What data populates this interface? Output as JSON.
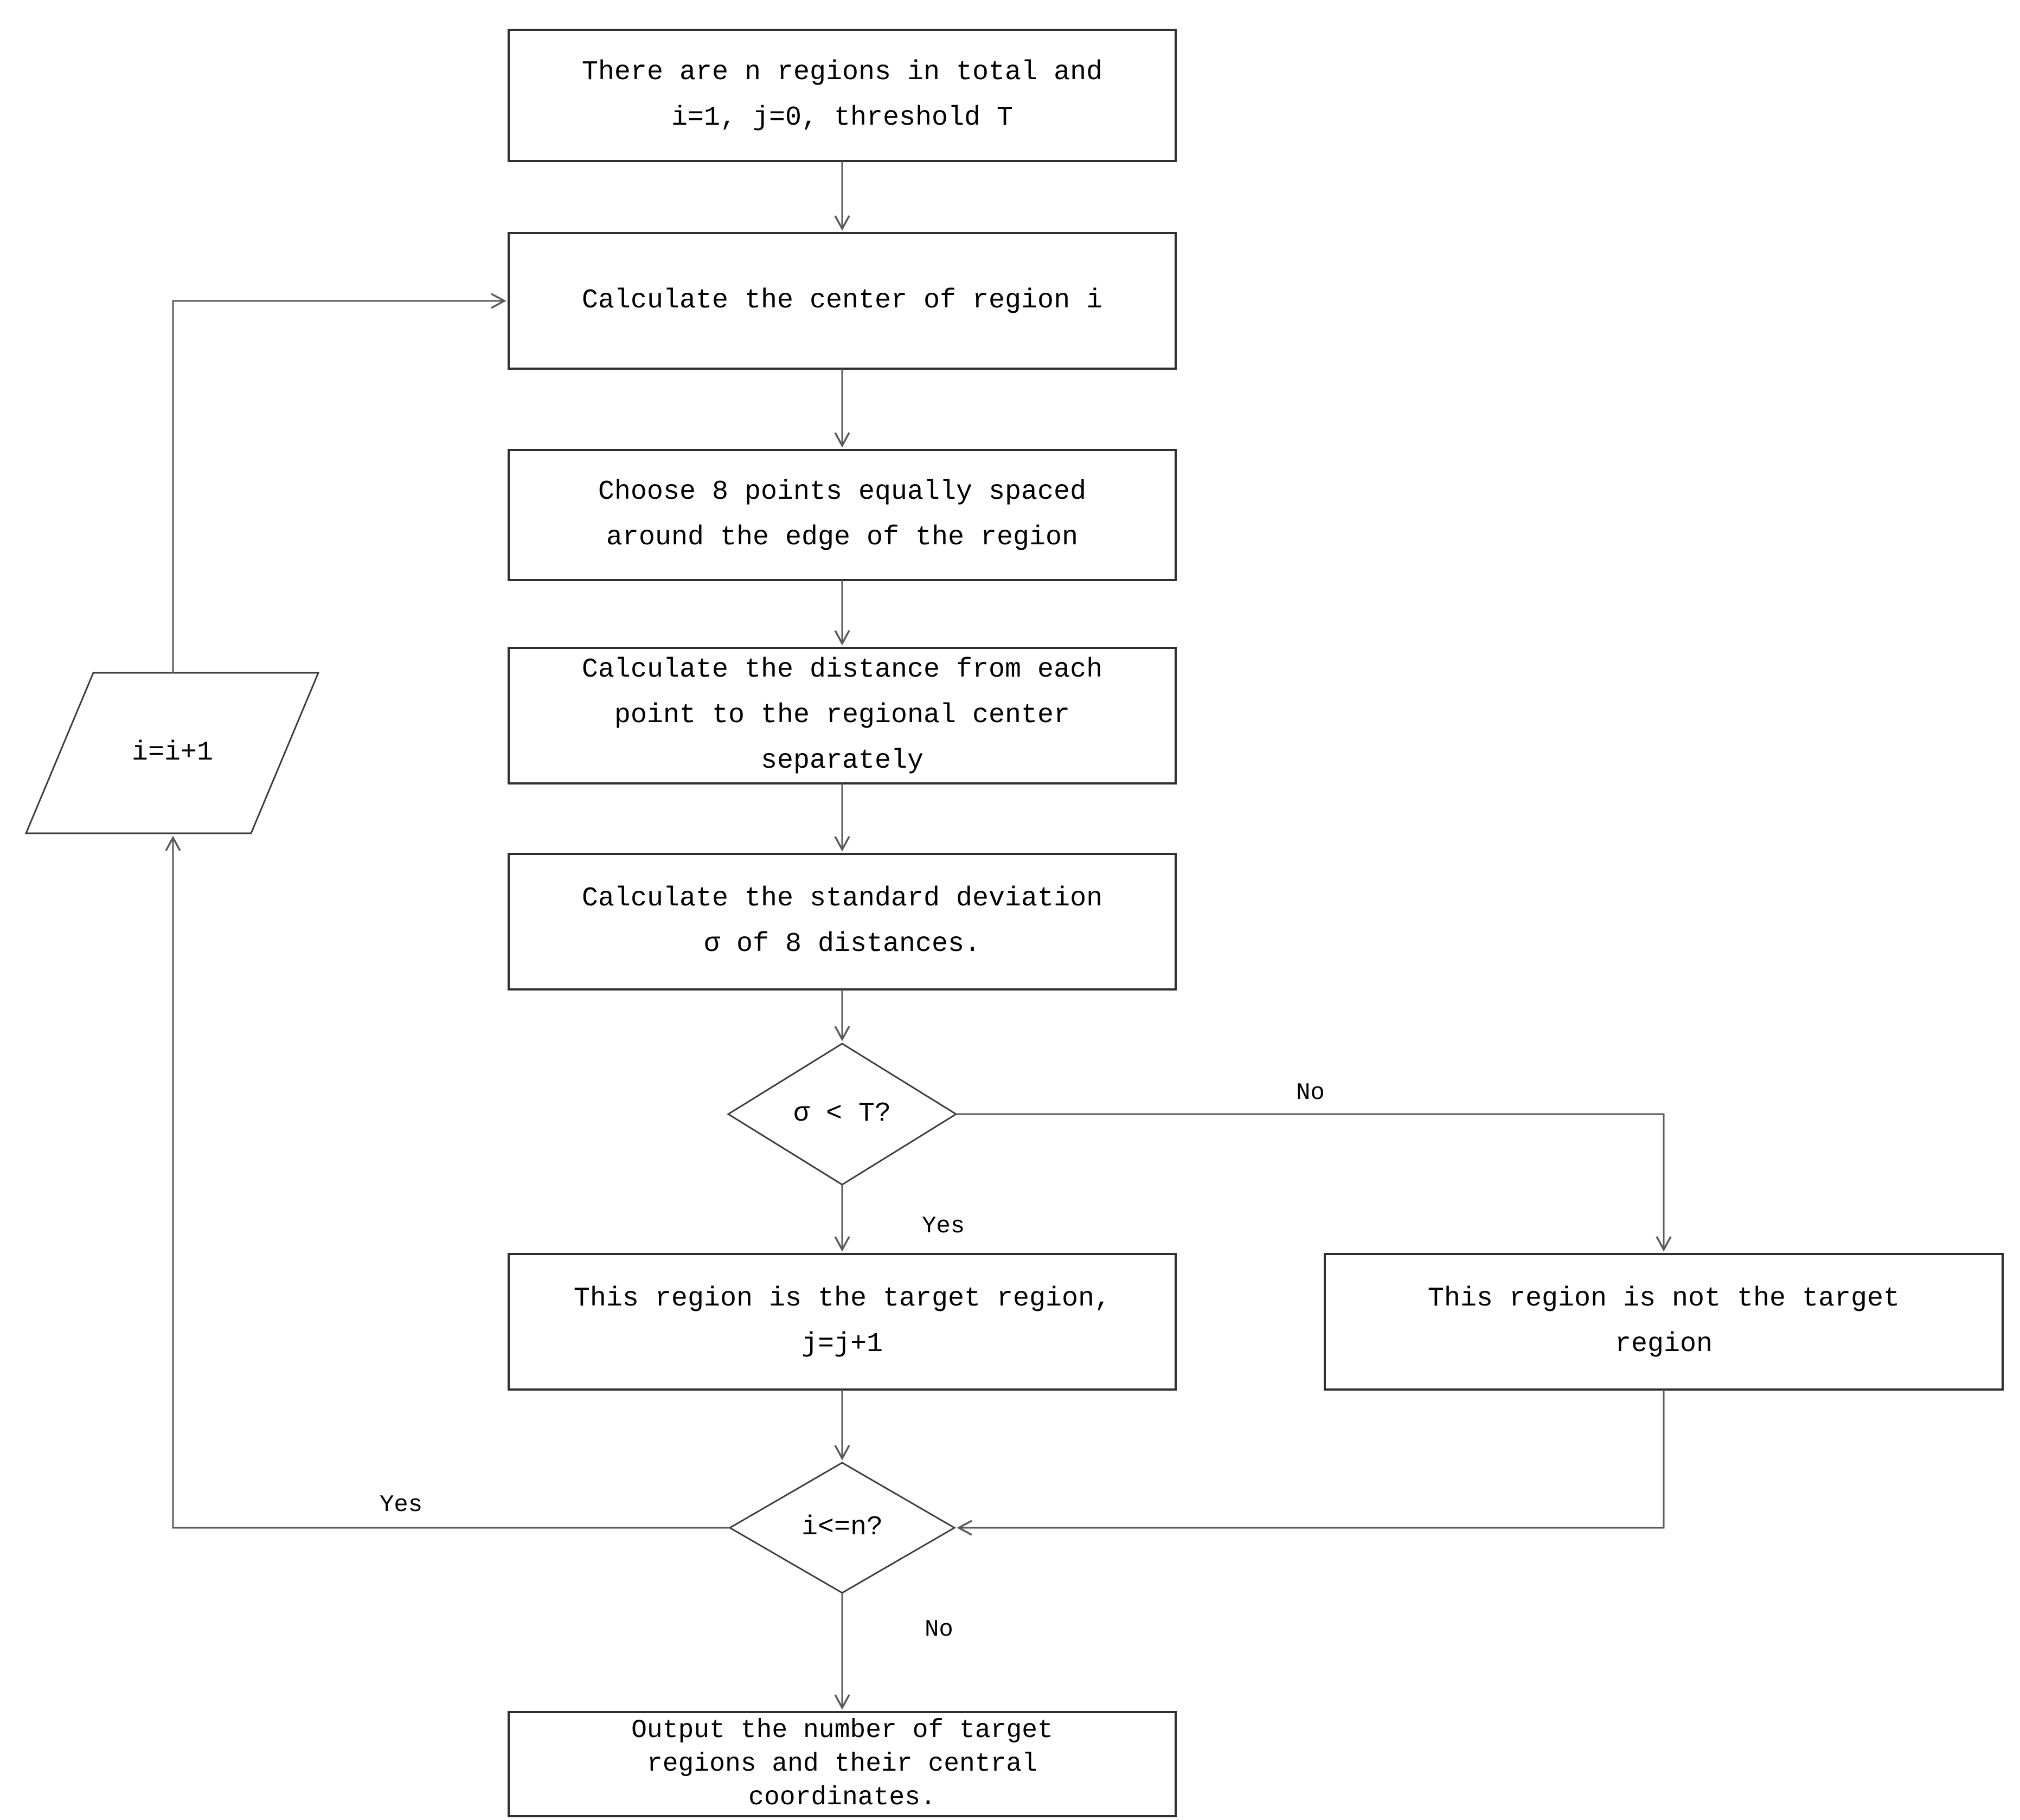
{
  "diagram_type": "flowchart",
  "colors": {
    "background": "#ffffff",
    "box_border": "#2f2f2f",
    "shape_border": "#3c3c3c",
    "connector": "#5a5a5a",
    "text": "#000000"
  },
  "nodes": {
    "start": {
      "shape": "process",
      "text": "There are n regions in total and\ni=1,  j=0,  threshold T"
    },
    "calc_center": {
      "shape": "process",
      "text": "Calculate the center of region i"
    },
    "choose_points": {
      "shape": "process",
      "text": "Choose 8 points equally spaced\naround the edge of the region"
    },
    "calc_distance": {
      "shape": "process",
      "text": "Calculate the distance from each\npoint to the regional center\nseparately"
    },
    "calc_std": {
      "shape": "process",
      "text": "Calculate the standard deviation\nσ  of 8 distances."
    },
    "sigma_check": {
      "shape": "decision",
      "text": "σ < T?"
    },
    "target_region": {
      "shape": "process",
      "text": "This region is the target region,\nj=j+1"
    },
    "not_target_region": {
      "shape": "process",
      "text": "This region is not the target\nregion"
    },
    "increment": {
      "shape": "input-parallelogram",
      "text": "i=i+1"
    },
    "loop_check": {
      "shape": "decision",
      "text": "i<=n?"
    },
    "output": {
      "shape": "process",
      "text": "Output the number of target\nregions and their central\ncoordinates."
    }
  },
  "edge_labels": {
    "sigma_yes": "Yes",
    "sigma_no": "No",
    "loop_yes": "Yes",
    "loop_no": "No"
  }
}
